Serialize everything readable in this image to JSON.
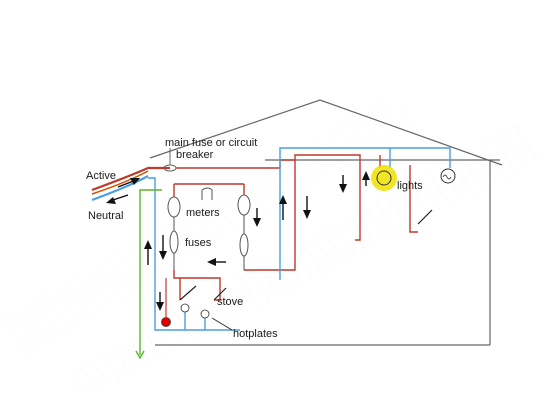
{
  "labels": {
    "main_fuse": "main fuse or circuit",
    "breaker": "breaker",
    "active": "Active",
    "neutral": "Neutral",
    "meters": "meters",
    "fuses": "fuses",
    "lights": "lights",
    "stove": "stove",
    "hotplates": "hotplates"
  },
  "colors": {
    "active_wire": "#c0392b",
    "neutral_wire": "#4a9fe0",
    "earth_wire": "#5ab52a",
    "house_outline": "#666666",
    "lamp_glow": "#f0e000",
    "stove_lamp": "#e00000",
    "arrow": "#111111"
  }
}
